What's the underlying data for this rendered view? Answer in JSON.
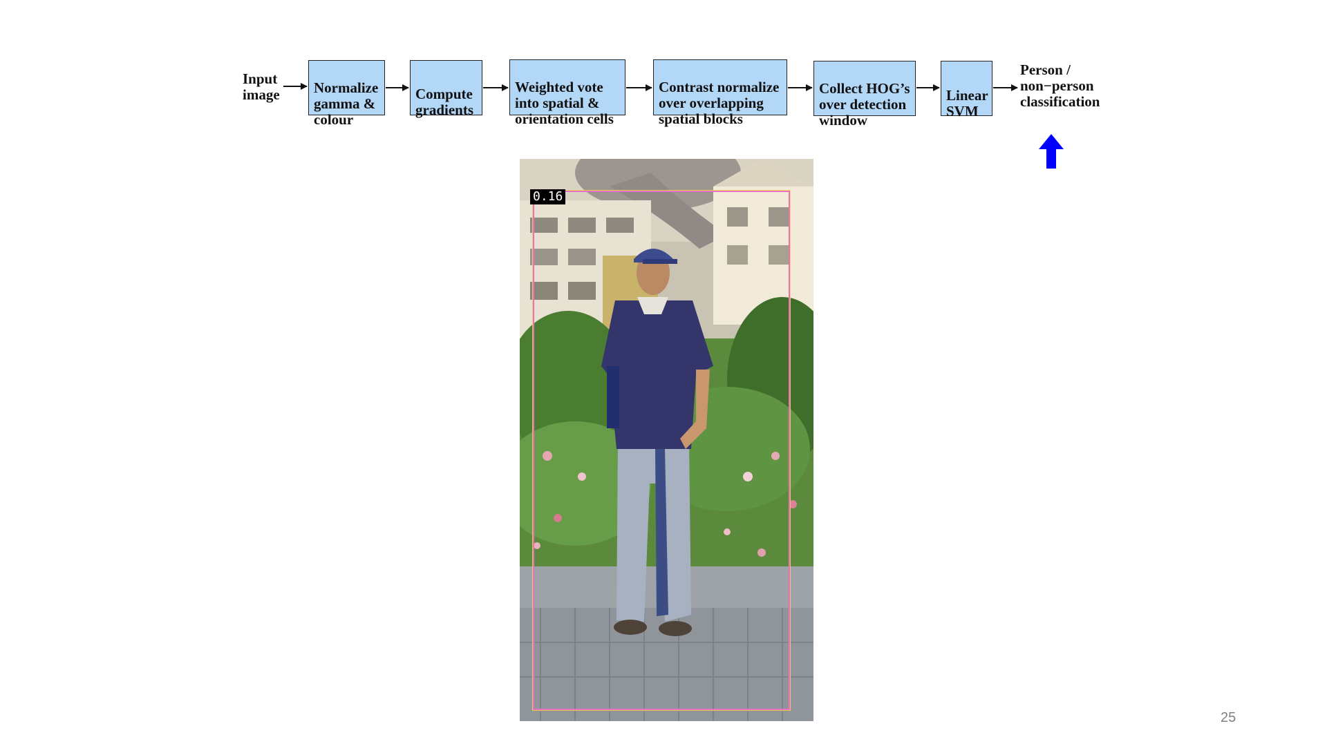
{
  "pipeline": {
    "input_label": "Input\nimage",
    "stages": [
      "Normalize\ngamma &\ncolour",
      "Compute\ngradients",
      "Weighted vote\ninto spatial &\norientation cells",
      "Contrast normalize\nover overlapping\nspatial blocks",
      "Collect HOG’s\nover detection\nwindow",
      "Linear\nSVM"
    ],
    "output_label": "Person /\nnon−person\nclassification"
  },
  "highlight_arrow": {
    "icon": "up-arrow-icon",
    "color": "#0000ff"
  },
  "detection": {
    "score": "0.16"
  },
  "slide": {
    "page_number": "25"
  },
  "colors": {
    "stage_fill": "#b3d7f7",
    "detection_box": "#e56fc9",
    "score_bg": "#000000"
  }
}
